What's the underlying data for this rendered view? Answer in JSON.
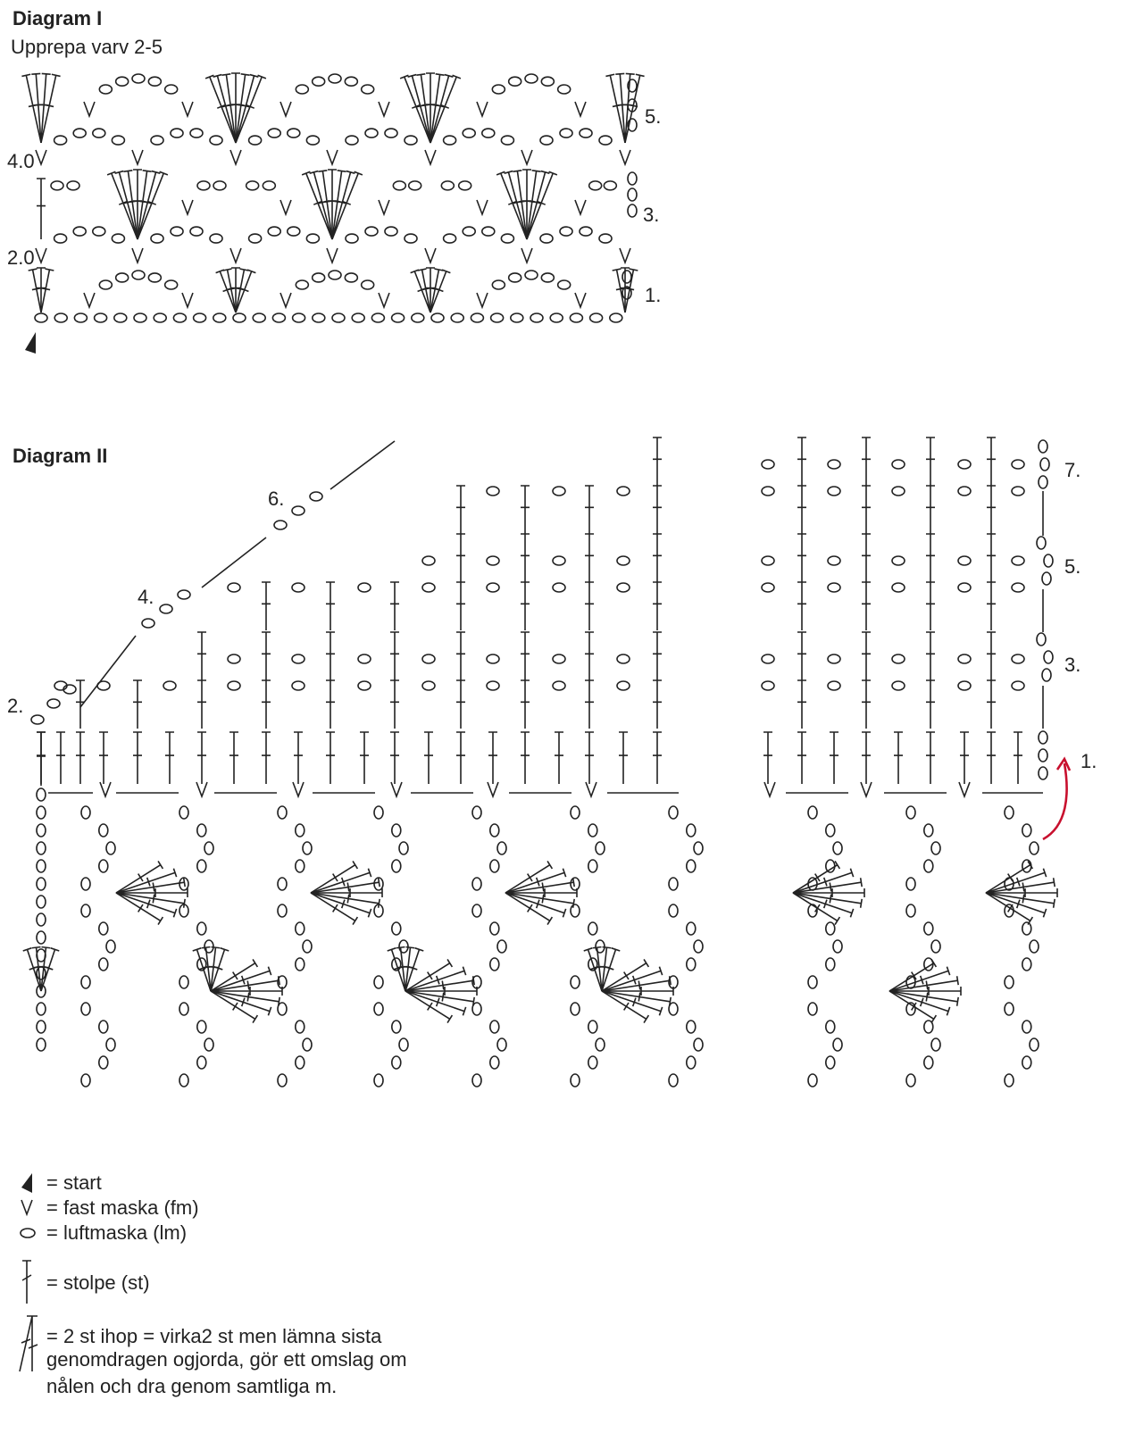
{
  "diagram1": {
    "title": "Diagram I",
    "subtitle": "Upprepa varv 2-5",
    "row_labels": [
      "1.",
      "2.0",
      "3.",
      "4.0",
      "5."
    ]
  },
  "diagram2": {
    "title": "Diagram II",
    "left_row_labels": [
      "2.",
      "4.",
      "6."
    ],
    "right_row_labels": [
      "1.",
      "3.",
      "5.",
      "7."
    ]
  },
  "legend": {
    "items": [
      {
        "icon": "start-triangle-icon",
        "text": "= start"
      },
      {
        "icon": "single-crochet-icon",
        "text": "= fast maska (fm)"
      },
      {
        "icon": "chain-stitch-icon",
        "text": "= luftmaska (lm)"
      },
      {
        "icon": "double-crochet-icon",
        "text": "= stolpe (st)"
      },
      {
        "icon": "two-st-together-icon",
        "text": "= 2 st ihop =    virka2 st men lämna sista"
      }
    ],
    "note_lines": [
      "genomdragen ogjorda, gör ett omslag om",
      "nålen och dra genom samtliga m."
    ]
  },
  "colors": {
    "ink": "#222222",
    "arrow": "#c8102e"
  }
}
